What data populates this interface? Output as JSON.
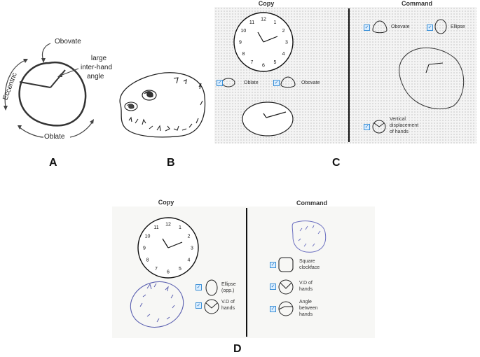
{
  "panel_a": {
    "label_obovate": "Obovate",
    "label_large": "large",
    "label_inter": "inter-hand",
    "label_angle": "angle",
    "label_eccentric": "Eccentric",
    "label_oblate": "Oblate",
    "letter": "A"
  },
  "panel_b": {
    "letter": "B"
  },
  "panel_c": {
    "copy_header": "Copy",
    "command_header": "Command",
    "label_oblate": "Oblate",
    "label_obovate_copy": "Obovate",
    "label_obovate_cmd": "Obovate",
    "label_ellipse": "Ellipse",
    "vd_line1": "Vertical",
    "vd_line2": "displacement",
    "vd_line3": "of hands",
    "letter": "C"
  },
  "panel_d": {
    "copy_header": "Copy",
    "command_header": "Command",
    "ellipse_line1": "Ellipse",
    "ellipse_line2": "(opp.)",
    "vd_line1": "V.D of",
    "vd_line2": "hands",
    "square_line1": "Square",
    "square_line2": "clockface",
    "vd2_line1": "V.D of",
    "vd2_line2": "hands",
    "angle_line1": "Angle",
    "angle_line2": "between",
    "angle_line3": "hands",
    "letter": "D"
  },
  "clock_numbers": [
    "12",
    "1",
    "2",
    "3",
    "4",
    "5",
    "6",
    "7",
    "8",
    "9",
    "10",
    "11"
  ]
}
